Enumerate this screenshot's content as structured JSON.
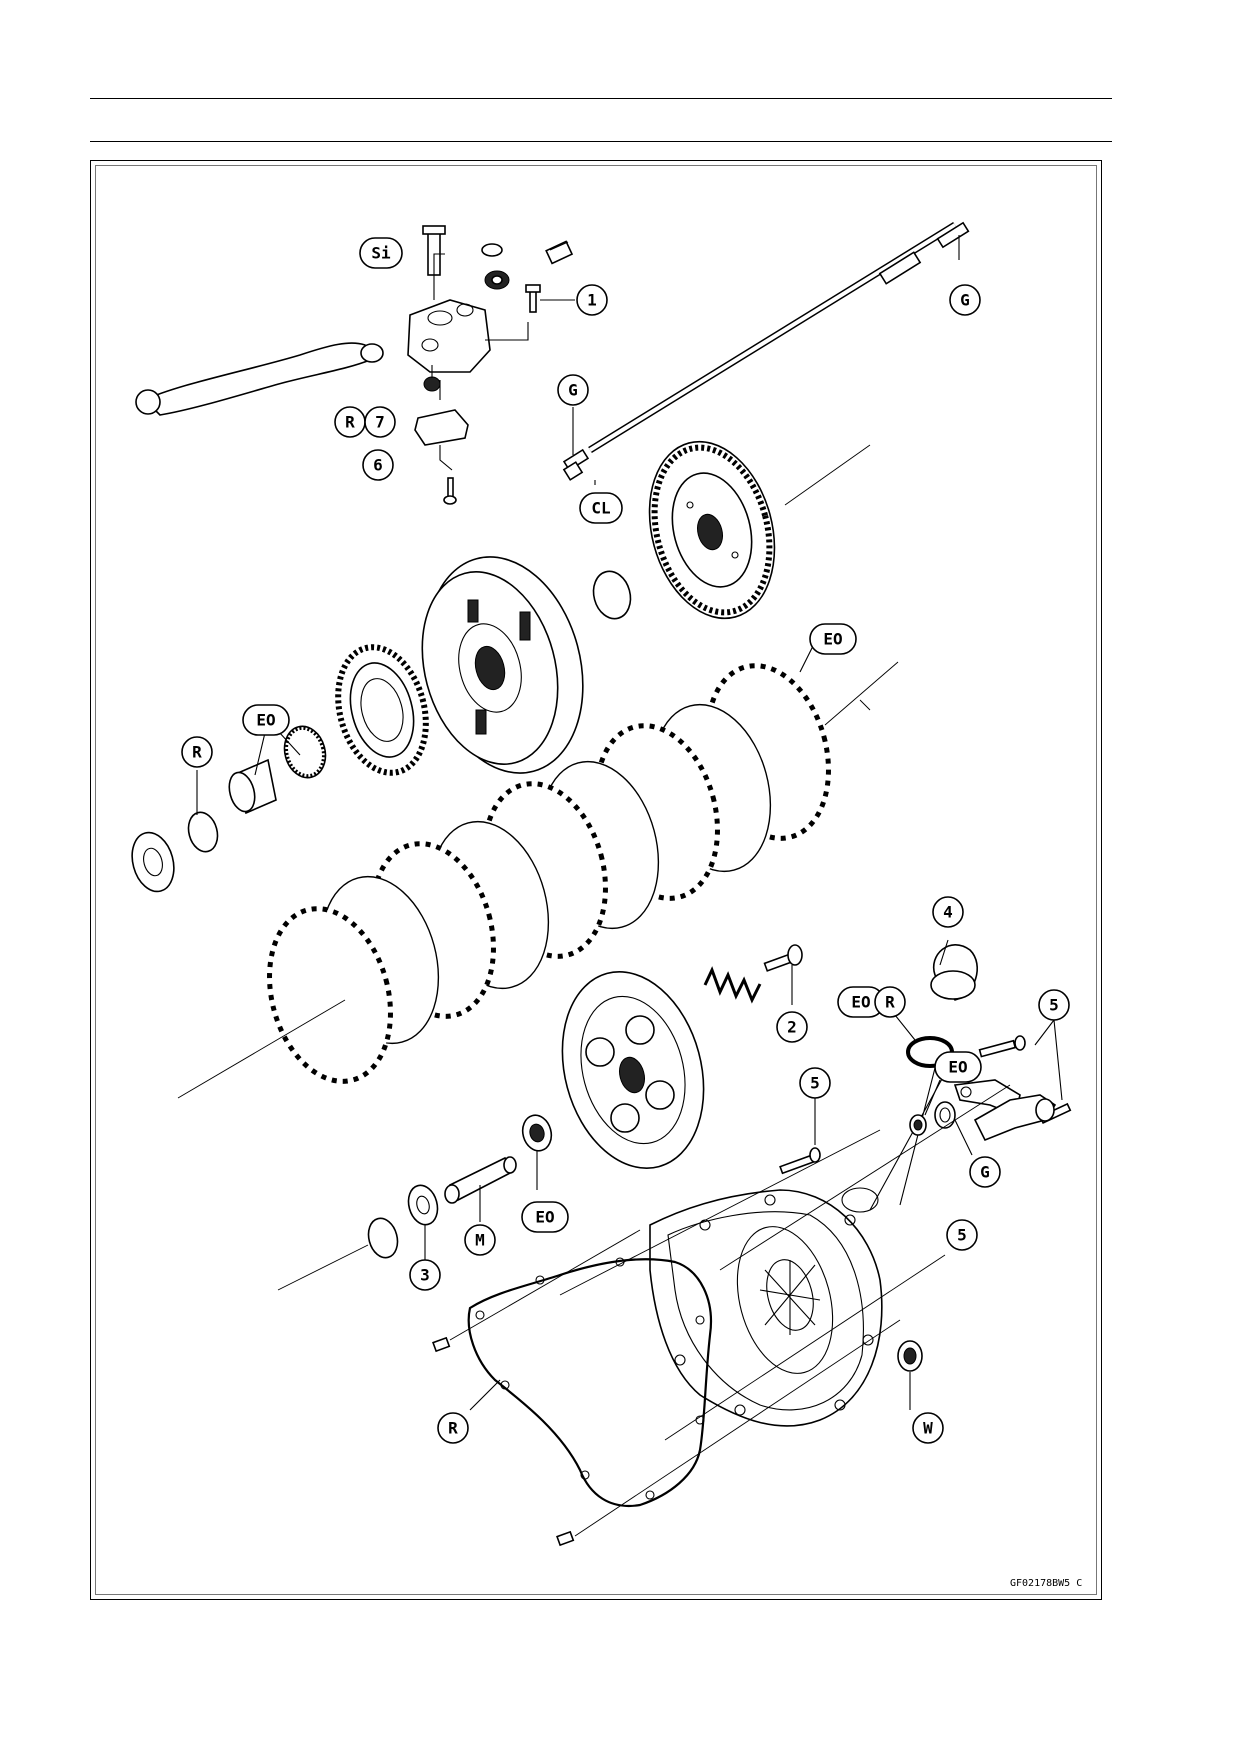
{
  "figure_code": "GF02178BW5 C",
  "callouts": {
    "si": "Si",
    "n1": "1",
    "g_top": "G",
    "g_cable": "G",
    "cl": "CL",
    "r_lever": "R",
    "n7": "7",
    "n6": "6",
    "eo_plates": "EO",
    "eo_sleeve": "EO",
    "r_snap": "R",
    "n4": "4",
    "eo_oring": "EO",
    "r_oring": "R",
    "n5_a": "5",
    "n2": "2",
    "n5_b": "5",
    "eo_bearing": "EO",
    "m": "M",
    "n3": "3",
    "eo_seal": "EO",
    "g_seal": "G",
    "n5_c": "5",
    "r_gasket": "R",
    "w": "W"
  }
}
